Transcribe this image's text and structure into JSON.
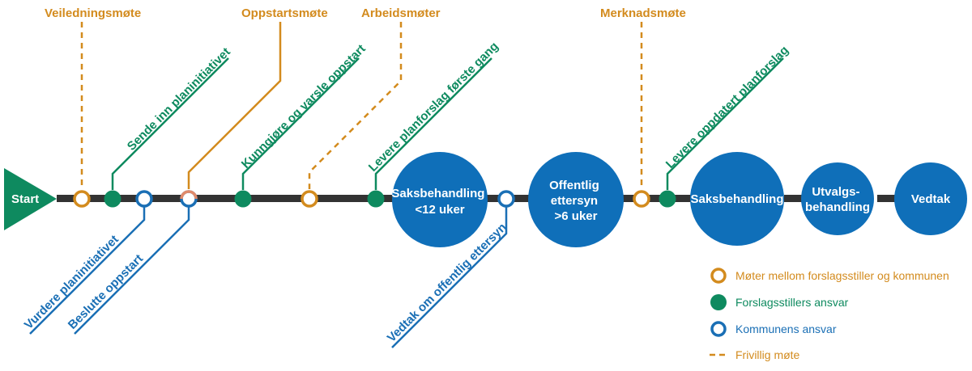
{
  "colors": {
    "orange": "#D38B1E",
    "green": "#0E8A5F",
    "blue": "#1A6FB5",
    "circle_blue": "#0F6FB9",
    "timeline": "#333333",
    "accent_salmon": "#E08A6A"
  },
  "start_label": "Start",
  "meetings": {
    "veiledning": "Veiledningsmøte",
    "oppstart": "Oppstartsmøte",
    "arbeid": "Arbeidsmøter",
    "merknad": "Merknadsmøte"
  },
  "steps": {
    "sende": "Sende inn planinitiativet",
    "kunngjore": "Kunngjøre og varsle oppstart",
    "levere_forste": "Levere planforslag første gang",
    "levere_oppdatert": "Levere oppdatert planforslag",
    "vurdere": "Vurdere planinitiativet",
    "beslutte": "Beslutte oppstart",
    "vedtak_offentlig": "Vedtak om offentlig ettersyn"
  },
  "stages": {
    "saksbehandling1": [
      "Saksbehandling",
      "<12 uker"
    ],
    "offentlig": [
      "Offentlig",
      "ettersyn",
      ">6 uker"
    ],
    "saksbehandling2": [
      "Saksbehandling"
    ],
    "utvalg": [
      "Utvalgs-",
      "behandling"
    ],
    "vedtak": [
      "Vedtak"
    ]
  },
  "legend": {
    "meetings": "Møter mellom forslagsstiller og kommunen",
    "proposer": "Forslagsstillers ansvar",
    "municipality": "Kommunens ansvar",
    "optional": "Frivillig møte"
  }
}
